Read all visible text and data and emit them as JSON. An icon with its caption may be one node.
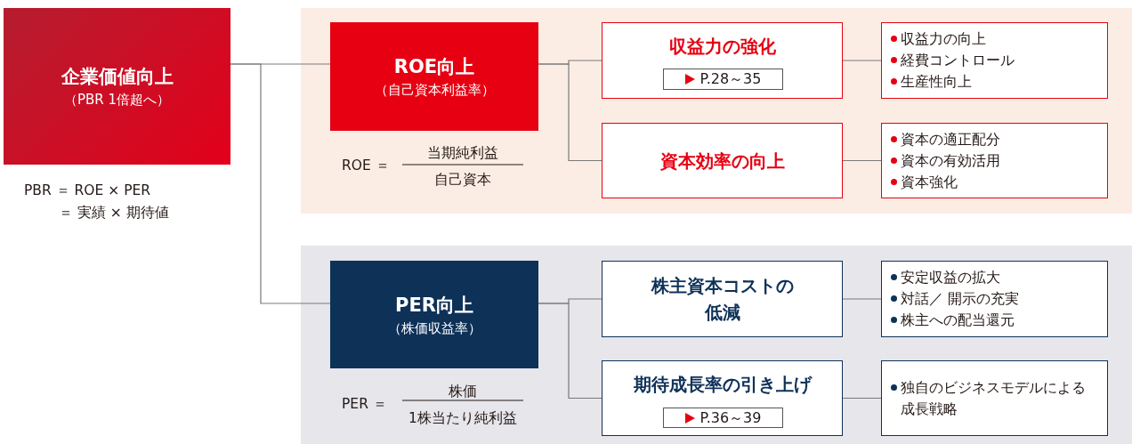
{
  "diagram": {
    "nodes": [
      {
        "text": [
          "企業価値向上",
          "（PBR 1倍超へ）"
        ]
      },
      {
        "text": [],
        "shape": "box"
      },
      {
        "text": [
          "ROE向上",
          "（自己資本利益率）"
        ],
        "in": 1
      },
      {
        "text": [
          "収益力の強化"
        ],
        "in": 1
      },
      {
        "text": [
          "P.28～35"
        ],
        "in": 3
      },
      {
        "text": [
          "資本効率の向上"
        ],
        "in": 1
      },
      {
        "text": [
          "収益力の向上",
          "経費コントロール",
          "生産性向上"
        ],
        "in": 1
      },
      {
        "text": [
          "資本の適正配分",
          "資本の有効活用",
          "資本強化"
        ],
        "in": 1
      },
      {
        "text": [],
        "shape": "box"
      },
      {
        "text": [
          "PER向上",
          "（株価収益率）"
        ],
        "in": 8
      },
      {
        "text": [
          "株主資本コストの低減"
        ],
        "in": 8
      },
      {
        "text": [
          "期待成長率の引き上げ"
        ],
        "in": 8
      },
      {
        "text": [
          "P.36～39"
        ],
        "in": 11
      },
      {
        "text": [
          "安定収益の拡大",
          "対話／ 開示の充実",
          "株主への配当還元"
        ],
        "in": 8
      },
      {
        "text": [
          "独自のビジネスモデルによる成長戦略"
        ],
        "in": 8
      }
    ],
    "edges": [
      {
        "from": 0,
        "to": 2,
        "arrow": "none"
      },
      {
        "from": 0,
        "to": 9,
        "arrow": "none"
      },
      {
        "from": 2,
        "to": 3,
        "arrow": "none"
      },
      {
        "from": 2,
        "to": 5,
        "arrow": "none"
      },
      {
        "from": 3,
        "to": 6,
        "arrow": "none"
      },
      {
        "from": 5,
        "to": 7,
        "arrow": "none"
      },
      {
        "from": 9,
        "to": 10,
        "arrow": "none"
      },
      {
        "from": 9,
        "to": 11,
        "arrow": "none"
      },
      {
        "from": 10,
        "to": 13,
        "arrow": "none"
      },
      {
        "from": 11,
        "to": 14,
        "arrow": "none"
      }
    ],
    "labels": [
      "PBR ＝ ROE × PER",
      "＝ 実績 × 期待値",
      "ROE ＝",
      "当期純利益",
      "自己資本",
      "PER ＝",
      "株価",
      "1株当たり純利益"
    ]
  }
}
